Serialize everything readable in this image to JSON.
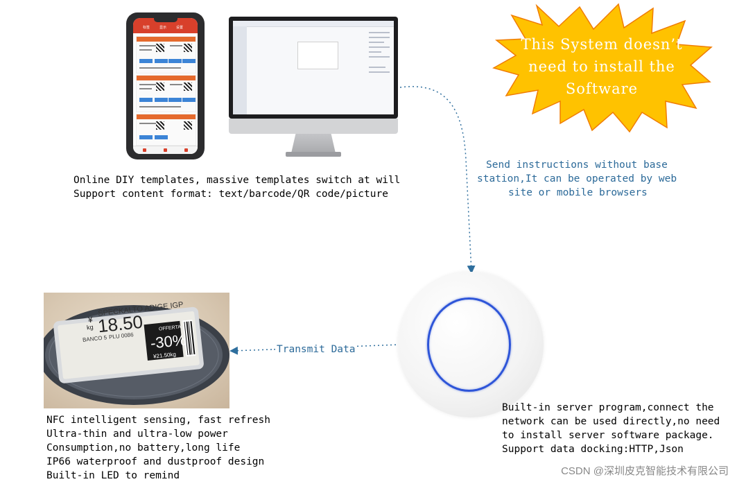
{
  "starburst": {
    "lines": [
      "This System doesn’t",
      "need to install the",
      "Software"
    ],
    "fill_color": "#ffc200",
    "stroke_color": "#f07c00",
    "text_color": "#ffffff"
  },
  "phone": {
    "tabs": [
      "标签",
      "显示",
      "设置"
    ]
  },
  "templates_caption": {
    "line1": "Online DIY templates, massive templates switch at will",
    "line2": "Support content format: text/barcode/QR code/picture"
  },
  "send_instructions": {
    "line1": "Send instructions without base",
    "line2": "station,It can be operated by web",
    "line3": "site or mobile browsers"
  },
  "transmit_label": "Transmit Data",
  "esl_label": {
    "brand": "SPECKALTO ADIGE IGP",
    "currency": "¥",
    "unit": "kg",
    "price": "18.50",
    "banco": "BANCO 5",
    "plu": "PLU 0086",
    "offer_label": "OFFERTA",
    "discount": "-30%",
    "offer_price": "¥21.50kg"
  },
  "esl_features": {
    "line1": "NFC intelligent sensing, fast refresh",
    "line2": "Ultra-thin and ultra-low power",
    "line3": "Consumption,no battery,long life",
    "line4": "IP66 waterproof and dustproof design",
    "line5": "Built-in LED to remind"
  },
  "server_features": {
    "line1": "Built-in server program,connect the",
    "line2": "network can be used directly,no need",
    "line3": "to install server software package.",
    "line4": "Support data docking:HTTP,Json"
  },
  "watermark": "CSDN @深圳皮克智能技术有限公司",
  "colors": {
    "accent_blue_text": "#2c6a99",
    "arrow_color": "#2f6f9e",
    "ap_ring": "#2e55d8"
  }
}
